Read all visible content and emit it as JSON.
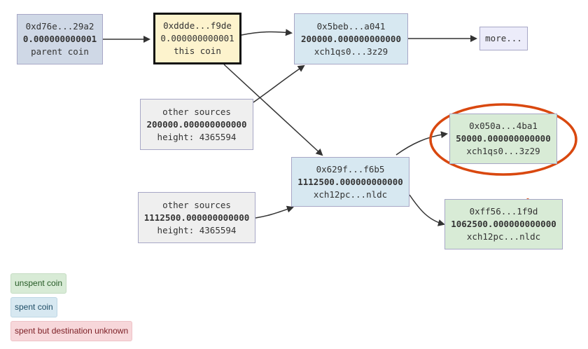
{
  "nodes": {
    "parent": {
      "id": "0xd76e...29a2",
      "amount": "0.000000000001",
      "label": "parent coin"
    },
    "this": {
      "id": "0xddde...f9de",
      "amount": "0.000000000001",
      "label": "this coin"
    },
    "child1": {
      "id": "0x5beb...a041",
      "amount": "200000.000000000000",
      "address": "xch1qs0...3z29"
    },
    "more": {
      "label": "more..."
    },
    "other1": {
      "label": "other sources",
      "amount": "200000.000000000000",
      "height": "height: 4365594"
    },
    "other2": {
      "label": "other sources",
      "amount": "1112500.000000000000",
      "height": "height: 4365594"
    },
    "child2": {
      "id": "0x629f...f6b5",
      "amount": "1112500.000000000000",
      "address": "xch12pc...nldc"
    },
    "out1": {
      "id": "0x050a...4ba1",
      "amount": "50000.000000000000",
      "address": "xch1qs0...3z29"
    },
    "out2": {
      "id": "0xff56...1f9d",
      "amount": "1062500.000000000000",
      "address": "xch12pc...nldc"
    }
  },
  "legend": {
    "unspent": "unspent coin",
    "spent": "spent coin",
    "unknown": "spent but destination unknown"
  },
  "colors": {
    "parent_fill": "#cfd8e6",
    "this_fill": "#fdf3cd",
    "spent_fill": "#d7e8f1",
    "unspent_fill": "#d8ebd6",
    "other_fill": "#efefef",
    "more_fill": "#ececfa",
    "node_border": "#a7a7c6",
    "edge": "#333333",
    "annotation": "#d9480f"
  }
}
